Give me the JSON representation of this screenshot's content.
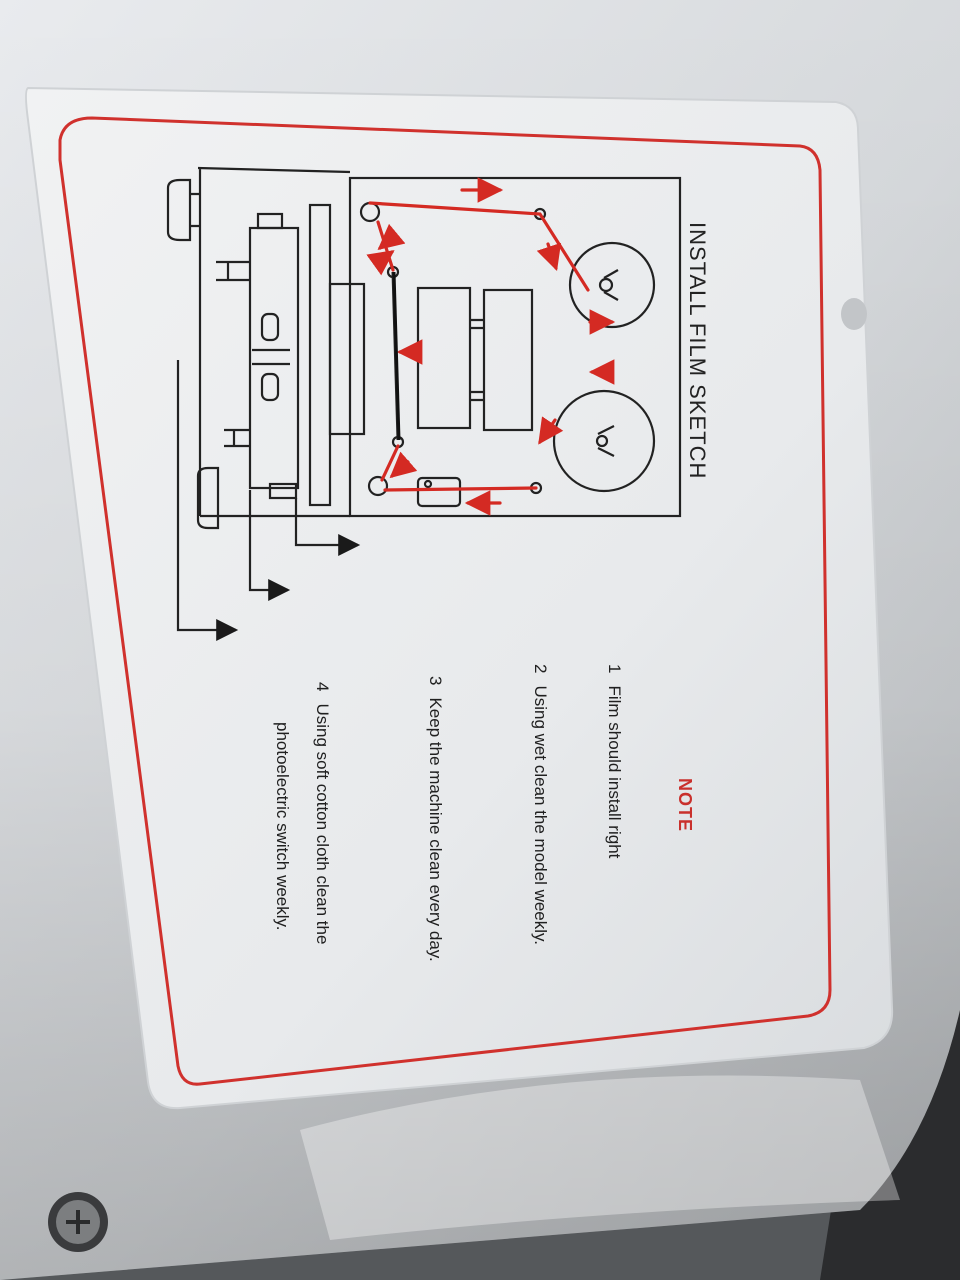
{
  "label": {
    "title": "INSTALL FILM SKETCH",
    "note_heading": "NOTE",
    "notes": [
      {
        "num": "1",
        "text": "Film should install right"
      },
      {
        "num": "2",
        "text": "Using wet clean the model weekly."
      },
      {
        "num": "3",
        "text": "Keep the machine clean every day."
      },
      {
        "num": "4",
        "text": "Using soft cotton cloth clean the",
        "text2": "photoelectric switch weekly."
      }
    ]
  },
  "colors": {
    "panel": "#dcdfe2",
    "sticker": "#eef0f1",
    "border_red": "#d0312d",
    "line_dark": "#222222",
    "arrow_red": "#d42a23"
  }
}
